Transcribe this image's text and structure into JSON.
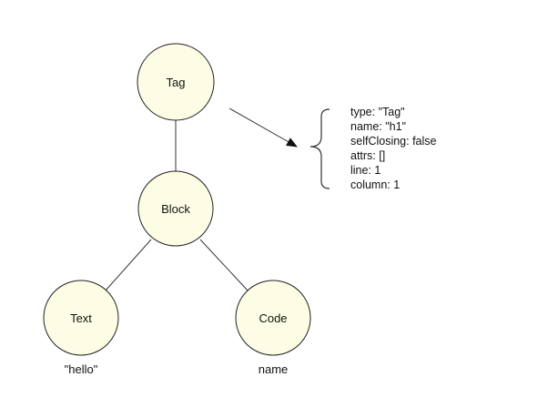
{
  "diagram": {
    "nodes": [
      {
        "id": "tag",
        "label": "Tag",
        "caption": ""
      },
      {
        "id": "block",
        "label": "Block",
        "caption": ""
      },
      {
        "id": "text",
        "label": "Text",
        "caption": "\"hello\""
      },
      {
        "id": "code",
        "label": "Code",
        "caption": "name"
      }
    ],
    "edges": [
      {
        "from": "tag",
        "to": "block"
      },
      {
        "from": "block",
        "to": "text"
      },
      {
        "from": "block",
        "to": "code"
      }
    ],
    "properties": {
      "target": "tag",
      "lines": [
        "type: \"Tag\"",
        "name: \"h1\"",
        "selfClosing: false",
        "attrs: []",
        "line: 1",
        "column: 1"
      ]
    },
    "colors": {
      "node_fill": "#fdfde6",
      "node_stroke": "#222222",
      "edge": "#333333",
      "text": "#111111"
    }
  }
}
